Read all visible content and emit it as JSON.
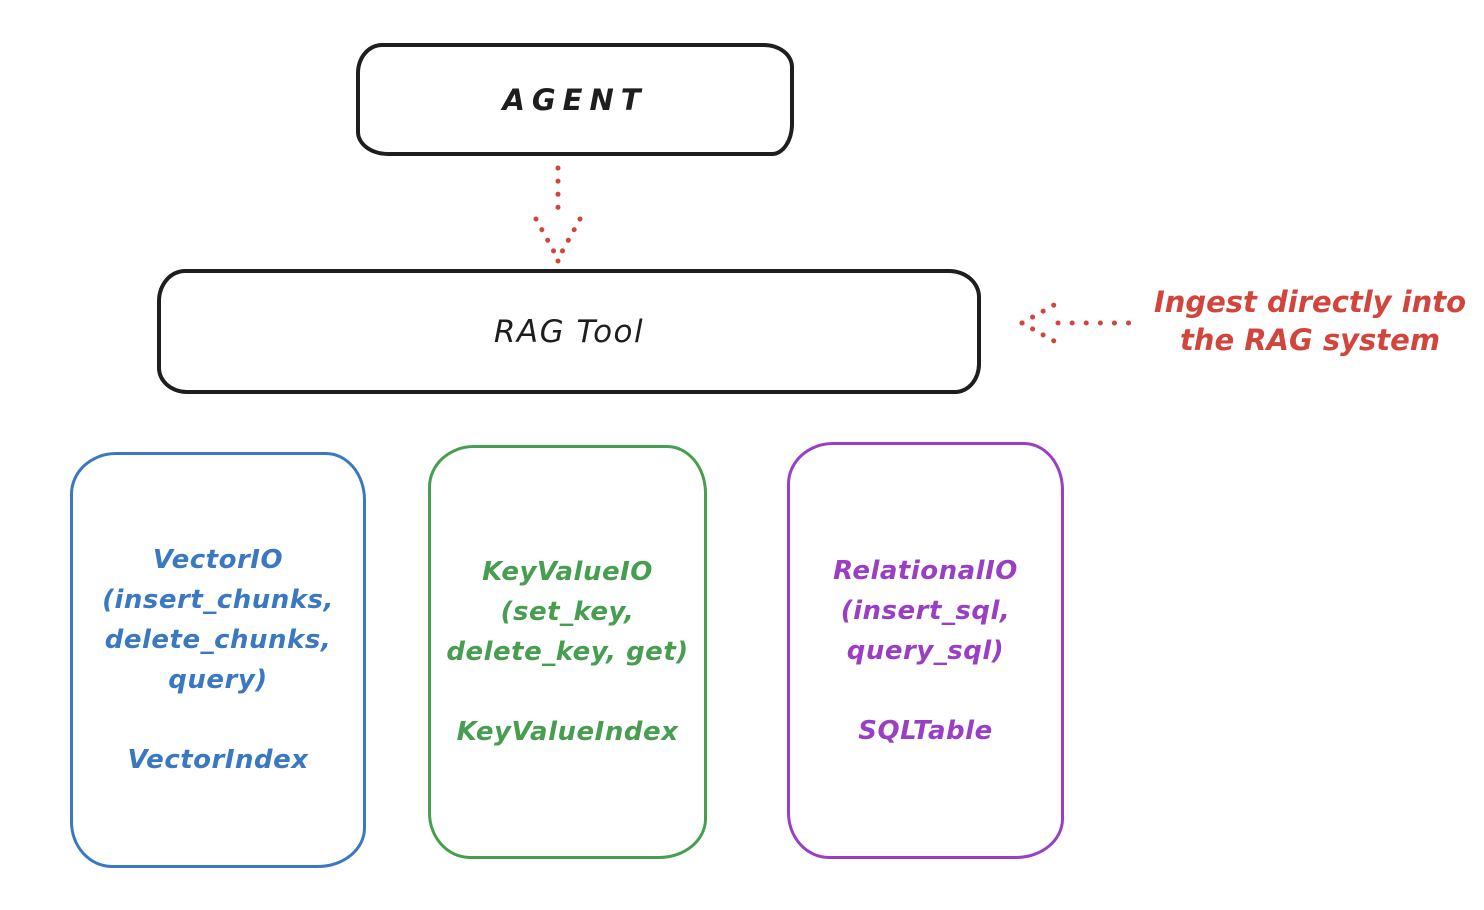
{
  "diagram": {
    "nodes": {
      "agent": {
        "label": "AGENT"
      },
      "rag_tool": {
        "label": "RAG Tool"
      }
    },
    "annotation": {
      "line1": "Ingest directly into",
      "line2": "the RAG system"
    },
    "edges": [
      {
        "from": "agent",
        "to": "rag_tool",
        "style": "dotted",
        "color": "#d1453d"
      },
      {
        "from": "annotation",
        "to": "rag_tool",
        "style": "dotted",
        "color": "#d1453d"
      }
    ],
    "io_boxes": [
      {
        "name": "VectorIO",
        "lines": [
          "VectorIO",
          "(insert_chunks,",
          "delete_chunks,",
          "query)"
        ],
        "index_label": "VectorIndex",
        "color": "#3b78c2"
      },
      {
        "name": "KeyValueIO",
        "lines": [
          "KeyValueIO",
          "(set_key,",
          "delete_key, get)"
        ],
        "index_label": "KeyValueIndex",
        "color": "#479e50"
      },
      {
        "name": "RelationalIO",
        "lines": [
          "RelationalIO",
          "(insert_sql,",
          "query_sql)"
        ],
        "index_label": "SQLTable",
        "color": "#9a3fc4"
      }
    ],
    "colors": {
      "stroke_black": "#1e1e1e",
      "accent_red": "#d1453d",
      "vector_blue": "#3b78c2",
      "keyvalue_green": "#479e50",
      "relational_purple": "#9a3fc4",
      "background": "#ffffff"
    }
  }
}
